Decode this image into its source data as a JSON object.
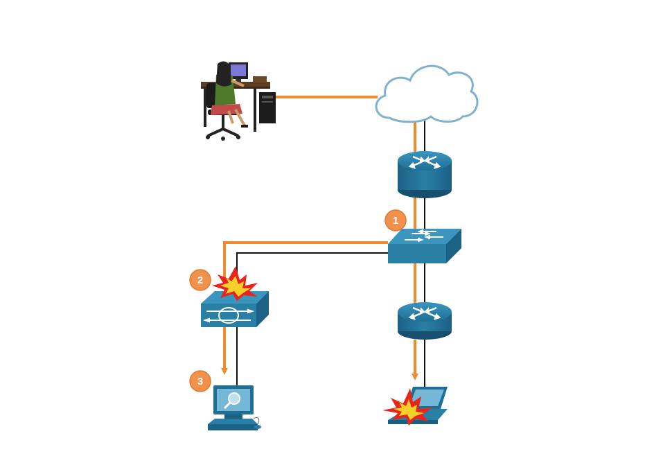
{
  "colors": {
    "traffic_path": "#f08a2c",
    "network_link": "#111111",
    "device_blue": "#2a7fa5",
    "device_dark": "#185f80",
    "cloud_fill": "#ffffff",
    "cloud_stroke": "#7fb2cc",
    "badge": "#f0924b",
    "explosion_outer": "#e8251a",
    "explosion_inner": "#f7d12a"
  },
  "badges": {
    "switch": "1",
    "ids": "2",
    "monitor": "3"
  },
  "icons": {
    "remote_user": "user-at-workstation-icon",
    "internet": "cloud-icon",
    "edge_router": "router-icon",
    "core_switch": "switch-icon",
    "sensor": "ids-sensor-icon",
    "sensor_alert": "explosion-icon",
    "internal_router": "router-icon",
    "monitor_station": "pc-with-magnifier-icon",
    "target_laptop": "laptop-icon",
    "laptop_alert": "explosion-icon"
  }
}
